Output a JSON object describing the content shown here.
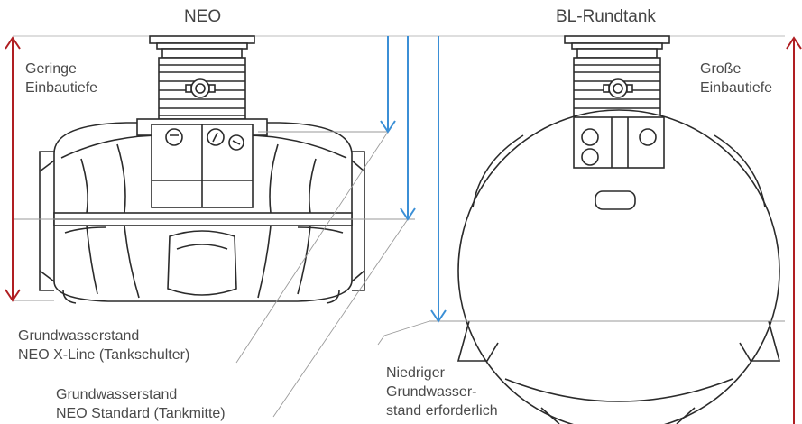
{
  "titles": {
    "left": "NEO",
    "right": "BL-Rundtank"
  },
  "labels": {
    "geringe": [
      "Geringe",
      "Einbautiefe"
    ],
    "grosse": [
      "Große",
      "Einbautiefe"
    ],
    "xline": [
      "Grundwasserstand",
      "NEO X-Line (Tankschulter)"
    ],
    "standard": [
      "Grundwasserstand",
      "NEO Standard (Tankmitte)"
    ],
    "niedrig": [
      "Niedriger",
      "Grundwasser-",
      "stand erforderlich"
    ]
  },
  "colors": {
    "depth_arrow": "#b01e22",
    "water_arrow": "#3b8fd6",
    "outline": "#2b2b2b",
    "guide": "#9a9a9a",
    "text": "#4a4a4a"
  }
}
